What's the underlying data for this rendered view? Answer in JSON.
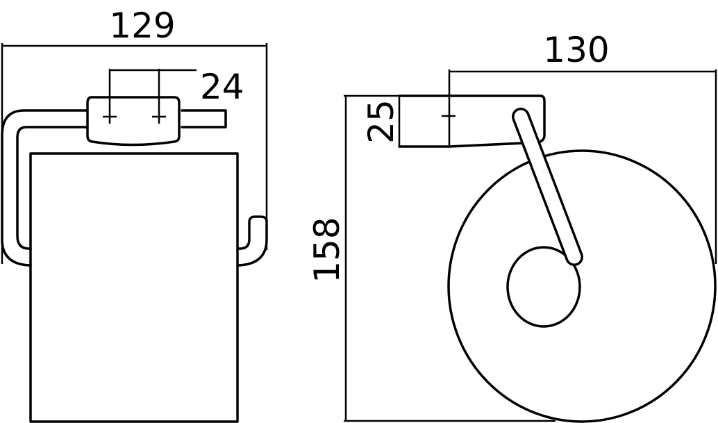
{
  "diagram": {
    "type": "technical dimension drawing",
    "subject": "toilet roll holder",
    "front_view": {
      "width_dimension": "129",
      "mount_hole_spacing": "24"
    },
    "side_view": {
      "projection_dimension": "130",
      "mount_plate_height": "25",
      "total_height": "158"
    },
    "colors": {
      "line": "#000000",
      "background": "#ffffff"
    }
  }
}
